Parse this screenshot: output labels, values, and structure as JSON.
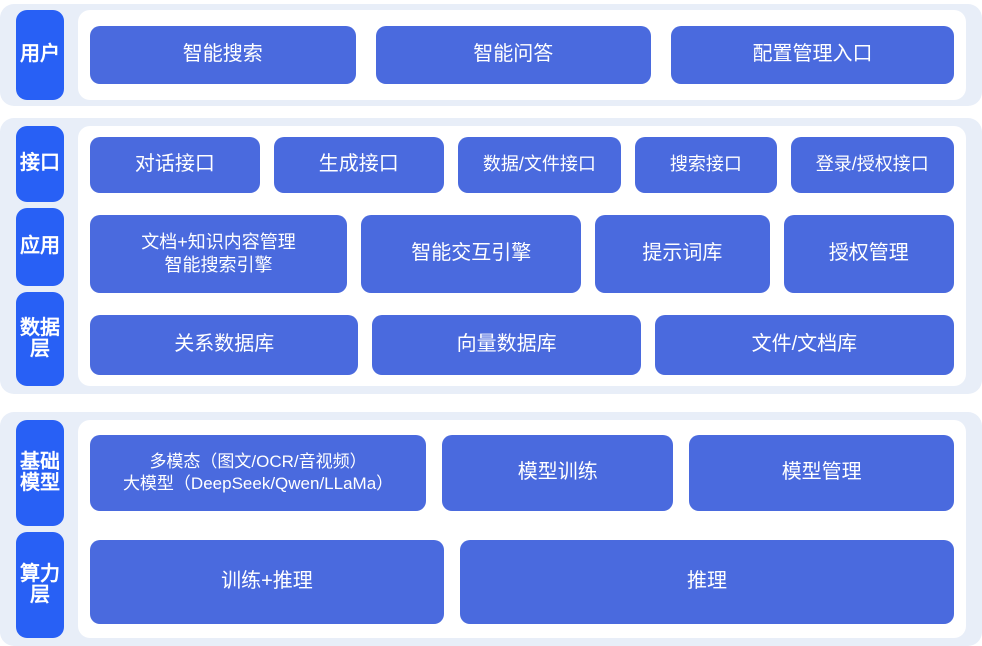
{
  "theme": {
    "band_bg": "#e8eef8",
    "panel_bg": "#ffffff",
    "tab_blue": "#2860f5",
    "box_blue": "#4a6ade",
    "box_text": "#ffffff"
  },
  "sections": {
    "user": {
      "tabs": [
        "用户"
      ],
      "boxes": [
        "智能搜索",
        "智能问答",
        "配置管理入口"
      ]
    },
    "middle": {
      "tabs": [
        "接口",
        "应用",
        "数据层"
      ],
      "interface_row": [
        "对话接口",
        "生成接口",
        "数据/文件接口",
        "搜索接口",
        "登录/授权接口"
      ],
      "application_row": [
        "文档+知识内容管理\n智能搜索引擎",
        "智能交互引擎",
        "提示词库",
        "授权管理"
      ],
      "data_row": [
        "关系数据库",
        "向量数据库",
        "文件/文档库"
      ]
    },
    "infra": {
      "tabs": [
        "基础模型",
        "算力层"
      ],
      "model_row": [
        "多模态（图文/OCR/音视频）\n大模型（DeepSeek/Qwen/LLaMa）",
        "模型训练",
        "模型管理"
      ],
      "compute_row": [
        "训练+推理",
        "推理"
      ]
    }
  }
}
